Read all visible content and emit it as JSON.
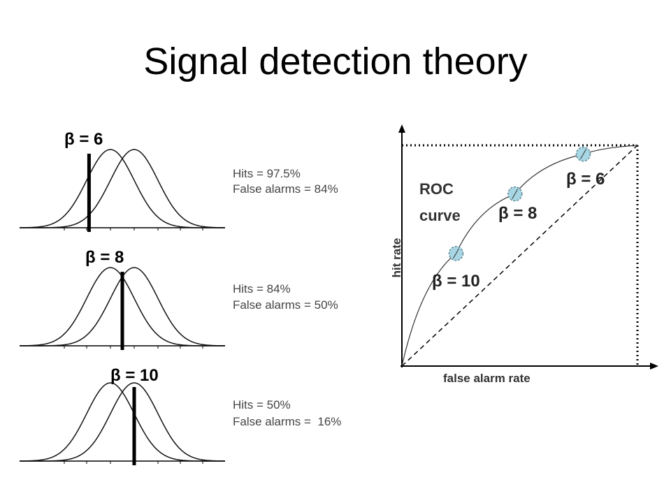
{
  "title": "Signal detection theory",
  "panels": [
    {
      "beta_label": "β = 6",
      "hits": "Hits = 97.5%",
      "false_alarms": "False alarms = 84%",
      "criterion": 0.1
    },
    {
      "beta_label": "β = 8",
      "hits": "Hits = 84%",
      "false_alarms": "False alarms = 50%",
      "criterion": 0.5
    },
    {
      "beta_label": "β = 10",
      "hits": "Hits = 50%",
      "false_alarms": "False alarms =  16%",
      "criterion": 1.0
    }
  ],
  "roc": {
    "title_line1": "ROC",
    "title_line2": "curve",
    "x_label": "false alarm rate",
    "y_label": "hit rate",
    "points": [
      {
        "label": "β = 10",
        "false_alarm_rate": 0.23,
        "hit_rate": 0.51
      },
      {
        "label": "β = 8",
        "false_alarm_rate": 0.48,
        "hit_rate": 0.78
      },
      {
        "label": "β = 6",
        "false_alarm_rate": 0.77,
        "hit_rate": 0.96
      }
    ]
  }
}
